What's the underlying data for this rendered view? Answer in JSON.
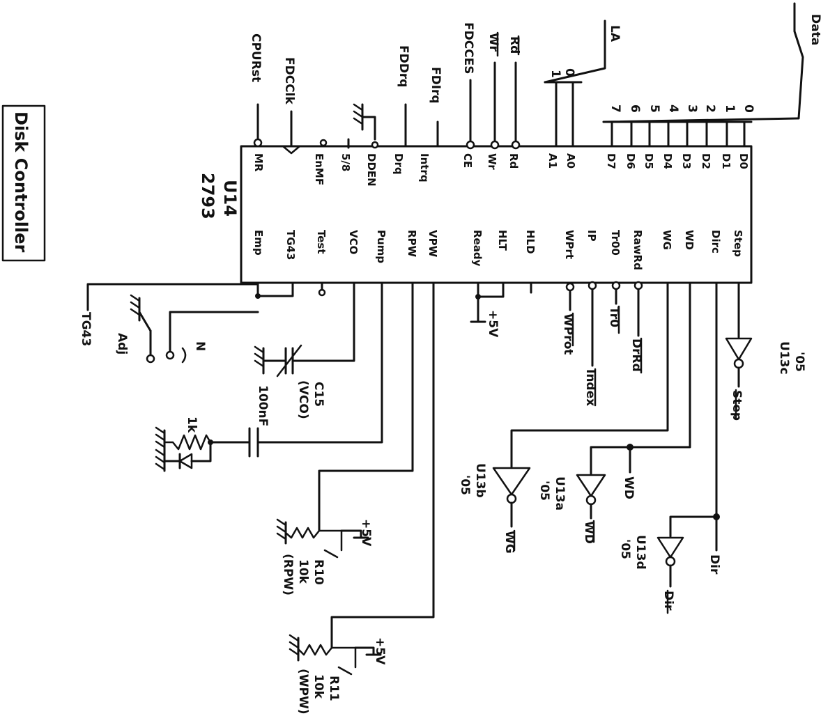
{
  "title": "Disk Controller",
  "chip": {
    "ref": "U14",
    "part": "2793"
  },
  "top_pins": [
    "MR",
    "EnMF",
    "5/8",
    "DDEN",
    "Drq",
    "Intrq",
    "CE",
    "Wr",
    "Rd",
    "A1",
    "A0",
    "D7",
    "D6",
    "D5",
    "D4",
    "D3",
    "D2",
    "D1",
    "D0"
  ],
  "bottom_pins": [
    "Emp",
    "TG43",
    "Test",
    "VCO",
    "Pump",
    "RPW",
    "VPW",
    "Ready",
    "HLT",
    "HLD",
    "WPrt",
    "IP",
    "Tr00",
    "RawRd",
    "WG",
    "WD",
    "Dirc",
    "Step"
  ],
  "top_signals": {
    "cpurst": "CPURst",
    "fdcclk": "FDCClk",
    "fddrq": "FDDrq",
    "fdirq": "FDIrq",
    "fdcces": "FDCCES",
    "wr": "Wr",
    "rd": "Rd",
    "la": "LA",
    "data": "Data",
    "la_bits": [
      "0",
      "1"
    ],
    "data_bits": [
      "0",
      "1",
      "2",
      "3",
      "4",
      "5",
      "6",
      "7"
    ]
  },
  "bottom_signals": {
    "tg43": "TG43",
    "adj": "Adj",
    "n": "N",
    "plus5v": "+5V",
    "wprot": "WProt",
    "tr0": "Tr0",
    "drrd": "DrRd",
    "index": "Index",
    "step": "Step",
    "wd": "WD",
    "wd_bar": "WD",
    "wg_bar": "WG",
    "dir": "Dir",
    "dir_bar": "Dir"
  },
  "components": {
    "c15": [
      "C15",
      "(VCO)"
    ],
    "cap": "100nF",
    "res_1k": "1k",
    "r10": [
      "R10",
      "10k",
      "(RPW)"
    ],
    "r11": [
      "R11",
      "10k",
      "(WPW)"
    ],
    "u13c": [
      "U13c",
      "'05"
    ],
    "u13b": [
      "U13b",
      "'05"
    ],
    "u13a": [
      "U13a",
      "'05"
    ],
    "u13d": [
      "U13d",
      "'05"
    ]
  }
}
